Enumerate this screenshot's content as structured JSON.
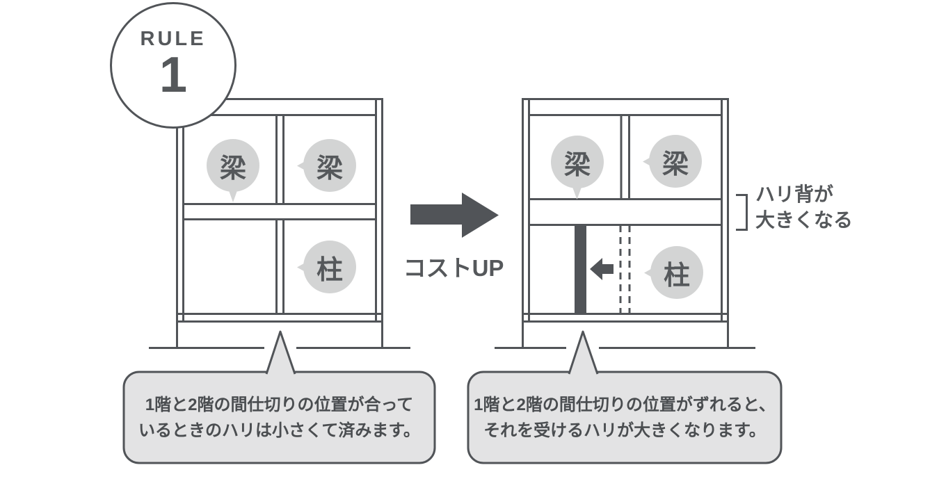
{
  "badge": {
    "label": "RULE",
    "number": "1"
  },
  "left_diagram": {
    "beam_label_1": "梁",
    "beam_label_2": "梁",
    "pillar_label": "柱",
    "caption_line1": "1階と2階の間仕切りの位置が合って",
    "caption_line2": "いるときのハリは小さくて済みます。"
  },
  "transition": {
    "label": "コストUP"
  },
  "right_diagram": {
    "beam_label_1": "梁",
    "beam_label_2": "梁",
    "pillar_label": "柱",
    "annotation_line1": "ハリ背が",
    "annotation_line2": "大きくなる",
    "caption_line1": "1階と2階の間仕切りの位置がずれると、",
    "caption_line2": "それを受けるハリが大きくなります。"
  },
  "colors": {
    "line": "#515458",
    "dark": "#515458",
    "label_bg": "#d3d4d4",
    "bubble_bg": "#e3e3e4",
    "text": "#46494c"
  }
}
